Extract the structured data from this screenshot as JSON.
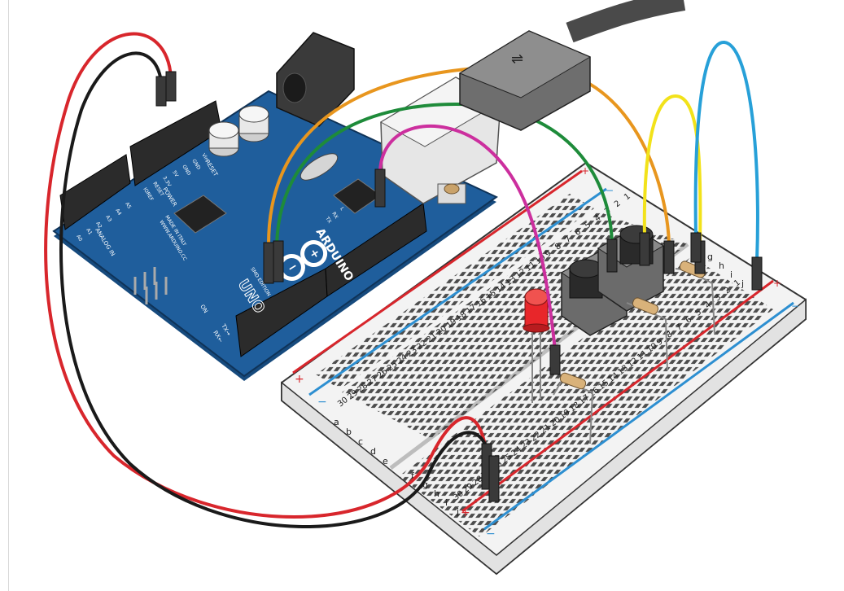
{
  "arduino": {
    "brand_arduino": "ARDUINO",
    "brand_uno": "UNO",
    "made_in": "MADE IN ITALY",
    "site": "WWW.ARDUINO.CC",
    "edition": "SMD EDITION",
    "power_header": "POWER",
    "power_pins": [
      "IOREF",
      "RESET",
      "3.3V",
      "5V",
      "GND",
      "GND",
      "Vin"
    ],
    "analog_header": "ANALOG IN",
    "analog_pins": [
      "A0",
      "A1",
      "A2",
      "A3",
      "A4",
      "A5"
    ],
    "reset_label": "RESET",
    "on_label": "ON",
    "tx_label": "TX",
    "rx_label": "RX",
    "l_label": "L",
    "tx_arrow": "TX→",
    "rx_arrow": "RX←"
  },
  "breadboard": {
    "plus": "+",
    "minus": "−",
    "row_letters_left": [
      "a",
      "b",
      "c",
      "d",
      "e"
    ],
    "row_letters_right": [
      "f",
      "g",
      "h",
      "i",
      "j"
    ],
    "columns": [
      "1",
      "2",
      "3",
      "4",
      "5",
      "6",
      "7",
      "8",
      "9",
      "10",
      "11",
      "12",
      "13",
      "14",
      "15",
      "16",
      "17",
      "18",
      "19",
      "20",
      "21",
      "22",
      "23",
      "24",
      "25",
      "26",
      "27",
      "28",
      "29",
      "30"
    ]
  },
  "colors": {
    "board_blue": "#1f5e9c",
    "board_dark": "#164a7d",
    "wire_red": "#d8262c",
    "wire_black": "#1a1a1a",
    "wire_orange": "#e8961e",
    "wire_green": "#1e8b3a",
    "wire_magenta": "#cc2f9e",
    "wire_yellow": "#f2e21a",
    "wire_blue": "#27a0d8",
    "led_red": "#e8262a",
    "rail_red": "#d8262c",
    "rail_blue": "#2d8fd1"
  }
}
